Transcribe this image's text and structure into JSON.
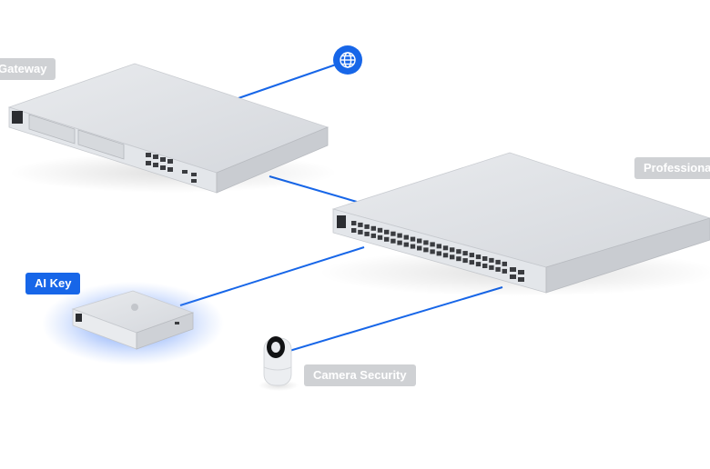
{
  "labels": {
    "gateway": "Gateway",
    "professional": "Professional",
    "ai_key": "AI Key",
    "camera_security": "Camera Security"
  },
  "internet_icon": "globe-icon",
  "colors": {
    "link": "#1766e8",
    "accent": "#1766e8",
    "device_body": "#dfe2e6",
    "label_bg": "#cfd1d4",
    "label_text": "#ffffff"
  },
  "active_device": "ai_key"
}
